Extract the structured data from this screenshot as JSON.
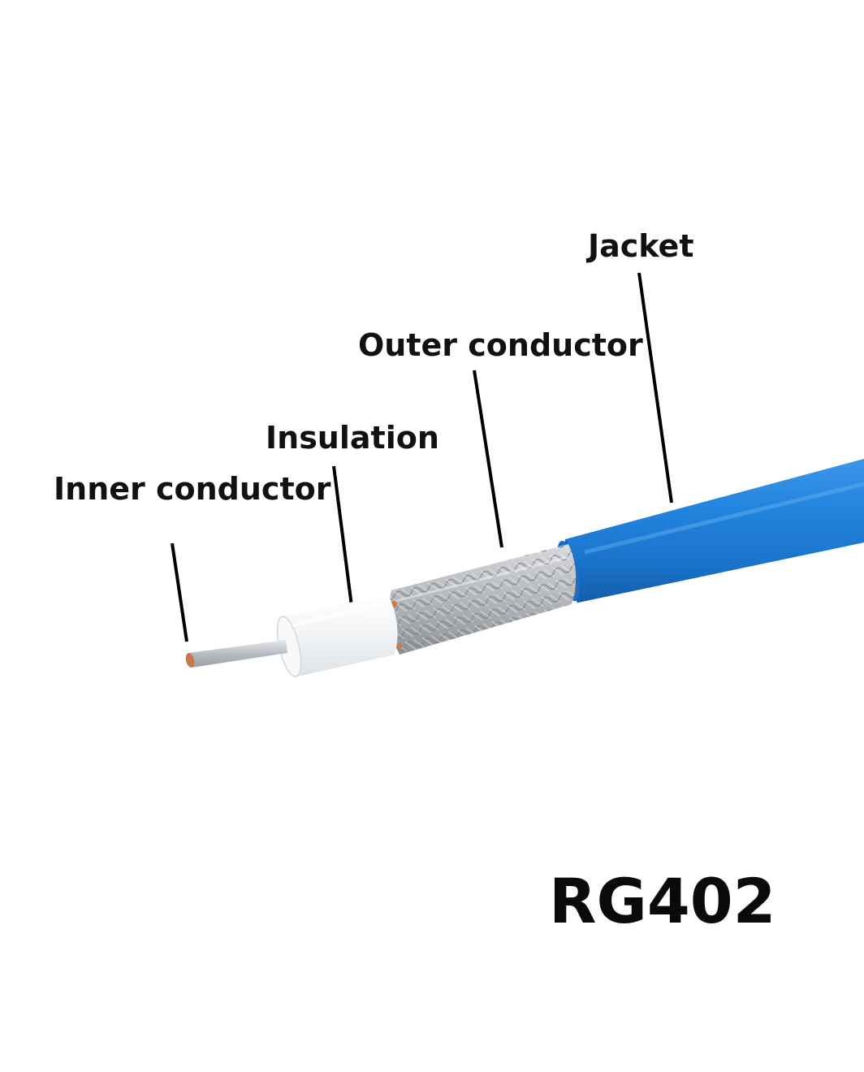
{
  "labels": {
    "jacket": "Jacket",
    "outer_conductor": "Outer conductor",
    "insulation": "Insulation",
    "inner_conductor": "Inner conductor"
  },
  "model": "RG402",
  "colors": {
    "jacket": "#1f7fd8",
    "braid": "#b9bcc0",
    "insulation": "#eef0f2",
    "copper": "#c87a4a",
    "wire": "#c9ced4",
    "text": "#111111",
    "background": "#ffffff"
  }
}
